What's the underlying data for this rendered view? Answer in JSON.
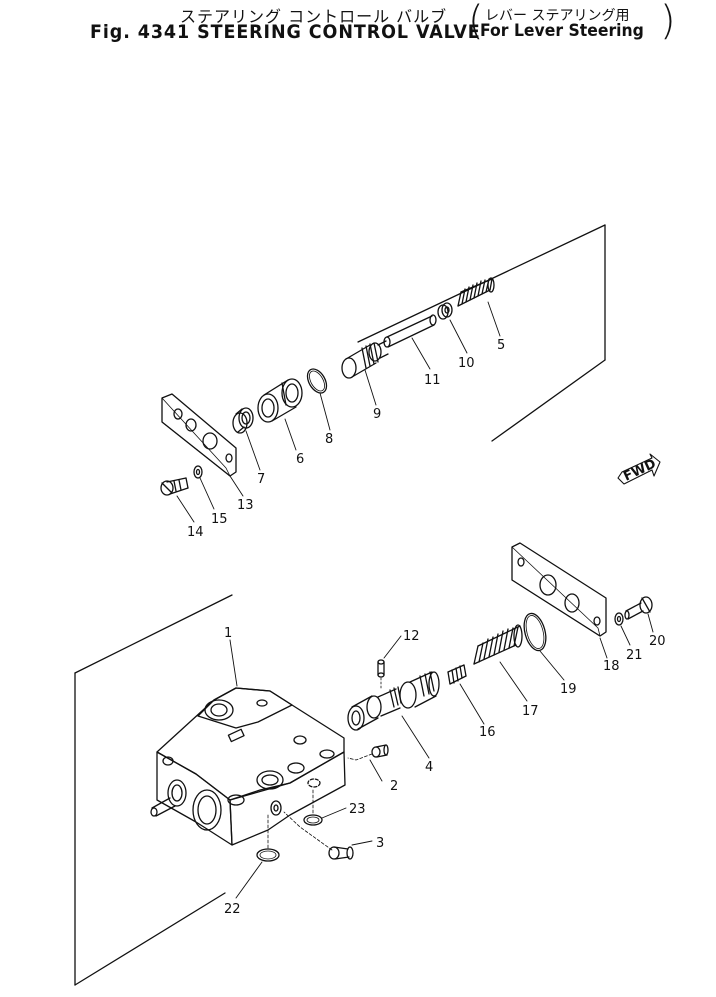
{
  "header": {
    "title_jp": "ステアリング コントロール バルブ",
    "title": "Fig. 4341 STEERING CONTROL VALVE",
    "subtitle_jp": "レバー ステアリング用",
    "subtitle": "For Lever Steering"
  },
  "fwd_label": "FWD",
  "callouts": [
    "1",
    "2",
    "3",
    "4",
    "5",
    "6",
    "7",
    "8",
    "9",
    "10",
    "11",
    "12",
    "13",
    "14",
    "15",
    "16",
    "17",
    "18",
    "19",
    "20",
    "21",
    "22",
    "23"
  ]
}
